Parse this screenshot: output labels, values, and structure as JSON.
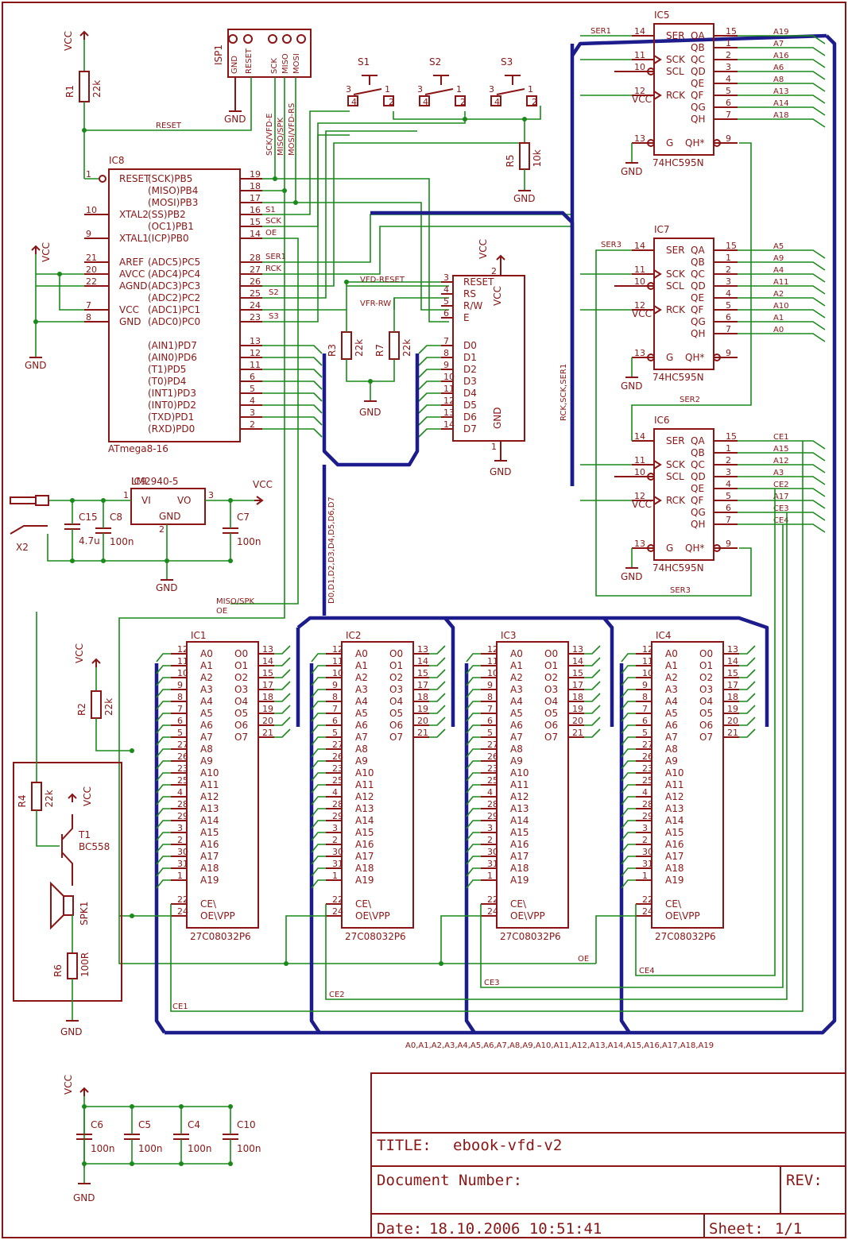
{
  "title_block": {
    "title_label": "TITLE:",
    "title_value": "ebook-vfd-v2",
    "docnum_label": "Document Number:",
    "rev_label": "REV:",
    "date_label": "Date:",
    "date_value": "18.10.2006 10:51:41",
    "sheet_label": "Sheet:",
    "sheet_value": "1/1"
  },
  "power": {
    "vcc": "VCC",
    "gnd": "GND"
  },
  "isp": {
    "name": "ISP1",
    "pins": [
      "GND",
      "RESET",
      "SCK",
      "MISO",
      "MOSI"
    ]
  },
  "switches": [
    "S1",
    "S2",
    "S3"
  ],
  "switch_pins": [
    "3",
    "4",
    "1",
    "2"
  ],
  "ic8": {
    "name": "IC8",
    "part": "ATmega8-16",
    "left": [
      [
        "1",
        "RESET"
      ],
      [
        "10",
        "XTAL2"
      ],
      [
        "9",
        "XTAL1"
      ],
      [
        "21",
        "AREF"
      ],
      [
        "20",
        "AVCC"
      ],
      [
        "22",
        "AGND"
      ],
      [
        "7",
        "VCC"
      ],
      [
        "8",
        "GND"
      ]
    ],
    "right": [
      [
        "19",
        "(SCK)PB5"
      ],
      [
        "18",
        "(MISO)PB4"
      ],
      [
        "17",
        "(MOSI)PB3"
      ],
      [
        "16",
        "(SS)PB2"
      ],
      [
        "15",
        "(OC1)PB1"
      ],
      [
        "14",
        "(ICP)PB0"
      ],
      [
        "28",
        "(ADC5)PC5"
      ],
      [
        "27",
        "(ADC4)PC4"
      ],
      [
        "26",
        "(ADC3)PC3"
      ],
      [
        "25",
        "(ADC2)PC2"
      ],
      [
        "24",
        "(ADC1)PC1"
      ],
      [
        "23",
        "(ADC0)PC0"
      ],
      [
        "13",
        "(AIN1)PD7"
      ],
      [
        "12",
        "(AIN0)PD6"
      ],
      [
        "11",
        "(T1)PD5"
      ],
      [
        "6",
        "(T0)PD4"
      ],
      [
        "5",
        "(INT1)PD3"
      ],
      [
        "4",
        "(INT0)PD2"
      ],
      [
        "3",
        "(TXD)PD1"
      ],
      [
        "2",
        "(RXD)PD0"
      ]
    ],
    "net_labels": [
      "S1",
      "SCK",
      "OE",
      "SER1",
      "RCK",
      "S2",
      "S3"
    ]
  },
  "vfd": {
    "pins_left": [
      [
        "3",
        "RESET"
      ],
      [
        "4",
        "RS"
      ],
      [
        "5",
        "R/W"
      ],
      [
        "6",
        "E"
      ],
      [
        "7",
        "D0"
      ],
      [
        "8",
        "D1"
      ],
      [
        "9",
        "D2"
      ],
      [
        "10",
        "D3"
      ],
      [
        "11",
        "D4"
      ],
      [
        "12",
        "D5"
      ],
      [
        "13",
        "D6"
      ],
      [
        "14",
        "D7"
      ]
    ],
    "vcc_pin": "2",
    "gnd_pin": "1",
    "vcc_label": "VCC",
    "gnd_label": "GND",
    "net_reset": "VFD-RESET",
    "net_rw": "VFR-RW"
  },
  "shift_registers": [
    {
      "name": "IC5",
      "part": "74HC595N",
      "outs": [
        "A19",
        "A7",
        "A16",
        "A6",
        "A8",
        "A13",
        "A14",
        "A18"
      ],
      "ser_net": "SER1"
    },
    {
      "name": "IC7",
      "part": "74HC595N",
      "outs": [
        "A5",
        "A9",
        "A4",
        "A11",
        "A2",
        "A10",
        "A1",
        "A0"
      ],
      "ser_net": "SER3"
    },
    {
      "name": "IC6",
      "part": "74HC595N",
      "outs": [
        "CE1",
        "A15",
        "A12",
        "A3",
        "CE2",
        "A17",
        "CE3",
        "CE4"
      ],
      "ser_net": "SER2"
    }
  ],
  "sr_pins_left": [
    [
      "14",
      "SER"
    ],
    [
      "11",
      "SCK"
    ],
    [
      "10",
      "SCL"
    ],
    [
      "12",
      "RCK"
    ],
    [
      "13",
      "G"
    ]
  ],
  "sr_pins_right": [
    [
      "15",
      "QA"
    ],
    [
      "1",
      "QB"
    ],
    [
      "2",
      "QC"
    ],
    [
      "3",
      "QD"
    ],
    [
      "4",
      "QE"
    ],
    [
      "5",
      "QF"
    ],
    [
      "6",
      "QG"
    ],
    [
      "7",
      "QH"
    ],
    [
      "9",
      "QH*"
    ]
  ],
  "eproms": {
    "names": [
      "IC1",
      "IC2",
      "IC3",
      "IC4"
    ],
    "part": "27C08032P6",
    "addr": [
      [
        "12",
        "A0"
      ],
      [
        "11",
        "A1"
      ],
      [
        "10",
        "A2"
      ],
      [
        "9",
        "A3"
      ],
      [
        "8",
        "A4"
      ],
      [
        "7",
        "A5"
      ],
      [
        "6",
        "A6"
      ],
      [
        "5",
        "A7"
      ],
      [
        "27",
        "A8"
      ],
      [
        "26",
        "A9"
      ],
      [
        "23",
        "A10"
      ],
      [
        "25",
        "A11"
      ],
      [
        "4",
        "A12"
      ],
      [
        "28",
        "A13"
      ],
      [
        "29",
        "A14"
      ],
      [
        "3",
        "A15"
      ],
      [
        "2",
        "A16"
      ],
      [
        "30",
        "A17"
      ],
      [
        "31",
        "A18"
      ],
      [
        "1",
        "A19"
      ]
    ],
    "data": [
      [
        "13",
        "O0"
      ],
      [
        "14",
        "O1"
      ],
      [
        "15",
        "O2"
      ],
      [
        "17",
        "O3"
      ],
      [
        "18",
        "O4"
      ],
      [
        "19",
        "O5"
      ],
      [
        "20",
        "O6"
      ],
      [
        "21",
        "O7"
      ]
    ],
    "ce": [
      "22",
      "CE\\"
    ],
    "oe": [
      "24",
      "OE\\VPP"
    ]
  },
  "regulator": {
    "name": "IC9",
    "part": "LM2940-5",
    "vi": "VI",
    "vo": "VO",
    "gnd": "GND",
    "pin_in": "1",
    "pin_out": "3",
    "pin_gnd": "2"
  },
  "passives": {
    "R1": [
      "R1",
      "22k"
    ],
    "R2": [
      "R2",
      "22k"
    ],
    "R3": [
      "R3",
      "22k"
    ],
    "R4": [
      "R4",
      "22k"
    ],
    "R5": [
      "R5",
      "10k"
    ],
    "R6": [
      "R6",
      "100R"
    ],
    "R7": [
      "R7",
      "22k"
    ],
    "C15": [
      "C15",
      "4.7u"
    ],
    "C8": [
      "C8",
      "100n"
    ],
    "C7": [
      "C7",
      "100n"
    ],
    "C6": [
      "C6",
      "100n"
    ],
    "C5": [
      "C5",
      "100n"
    ],
    "C4": [
      "C4",
      "100n"
    ],
    "C10": [
      "C10",
      "100n"
    ]
  },
  "transistor": [
    "T1",
    "BC558"
  ],
  "speaker": "SPK1",
  "connector": "X2",
  "nets": {
    "reset": "RESET",
    "miso_spk": "MISO/SPK",
    "oe": "OE",
    "ce1": "CE1",
    "ce2": "CE2",
    "ce3": "CE3",
    "ce4": "CE4",
    "sck_vfde": "SCK/VFD-E",
    "miso_spk_v": "MISO/SPK",
    "mosi_vfdrs": "MOSI/VFD-RS",
    "data_bus": "D0,D1,D2,D3,D4,D5,D6,D7",
    "ctrl_bus": "RCK,SCK,SER1",
    "addr_bus": "A0,A1,A2,A3,A4,A5,A6,A7,A8,A9,A10,A11,A12,A13,A14,A15,A16,A17,A18,A19"
  }
}
